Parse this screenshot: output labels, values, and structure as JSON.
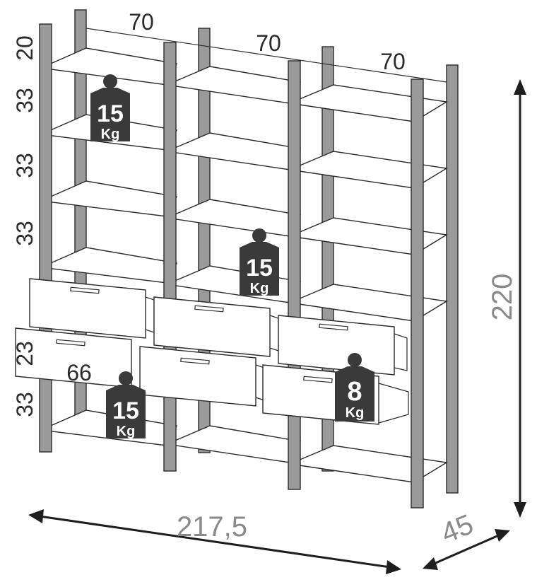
{
  "dimensions": {
    "module_width_1": "70",
    "module_width_2": "70",
    "module_width_3": "70",
    "gap_top": "20",
    "gap_1": "33",
    "gap_2": "33",
    "gap_3": "33",
    "drawer_height": "23",
    "drawer_width": "66",
    "gap_bottom": "33",
    "total_height": "220",
    "total_width": "217,5",
    "depth": "45"
  },
  "load_tags": [
    {
      "value": "15",
      "unit": "Kg"
    },
    {
      "value": "15",
      "unit": "Kg"
    },
    {
      "value": "15",
      "unit": "Kg"
    },
    {
      "value": "8",
      "unit": "Kg"
    }
  ],
  "colors": {
    "post": "#9a9a9a",
    "outline": "#2b2b2b",
    "tag": "#3a3a3a",
    "big_dimension": "#8a8a8a"
  }
}
